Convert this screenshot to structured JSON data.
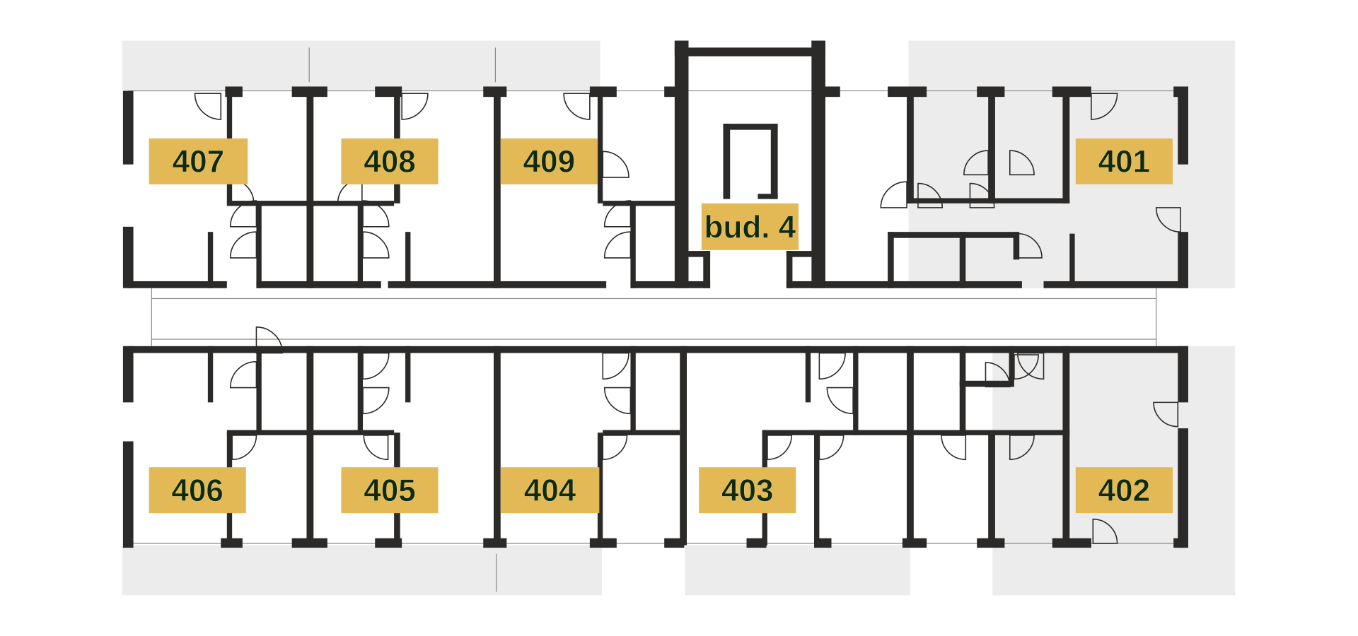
{
  "plan": {
    "building_label": "bud. 4",
    "units": [
      {
        "id": "407",
        "label": "407"
      },
      {
        "id": "408",
        "label": "408"
      },
      {
        "id": "409",
        "label": "409"
      },
      {
        "id": "401",
        "label": "401"
      },
      {
        "id": "406",
        "label": "406"
      },
      {
        "id": "405",
        "label": "405"
      },
      {
        "id": "404",
        "label": "404"
      },
      {
        "id": "403",
        "label": "403"
      },
      {
        "id": "402",
        "label": "402"
      }
    ]
  },
  "colors": {
    "label_fill": "#e3b955",
    "label_text": "#0e2a12",
    "wall": "#2b2a28",
    "terrace": "#ececec"
  }
}
